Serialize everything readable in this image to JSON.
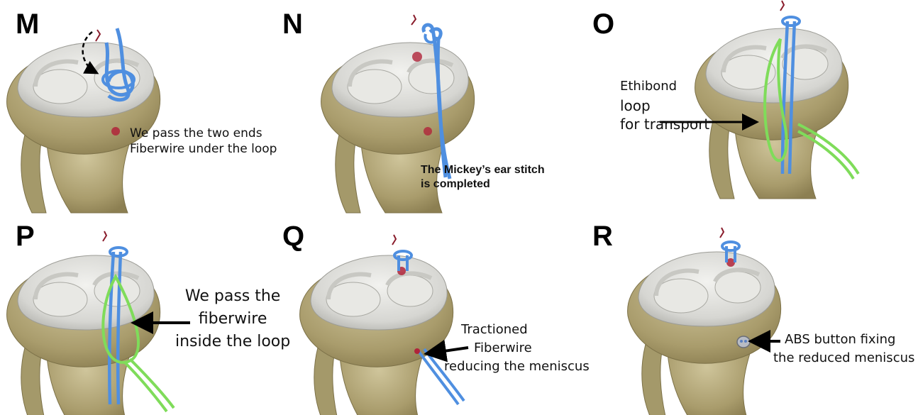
{
  "panels": [
    {
      "letter": "M",
      "caption": [
        "We pass the two ends",
        "Fiberwire under the loop"
      ]
    },
    {
      "letter": "N",
      "caption": [
        "The Mickey’s ear stitch",
        "is completed"
      ]
    },
    {
      "letter": "O",
      "caption": [
        "Ethibond",
        "loop",
        "for transport"
      ]
    },
    {
      "letter": "P",
      "caption": [
        "We pass the",
        "fiberwire",
        "inside the loop"
      ]
    },
    {
      "letter": "Q",
      "caption": [
        "Tractioned",
        "Fiberwire",
        "reducing the meniscus"
      ]
    },
    {
      "letter": "R",
      "caption": [
        "ABS button fixing",
        "the reduced meniscus"
      ]
    }
  ],
  "colors": {
    "bone": "#b7ab80",
    "cartilage": "#dcdcd8",
    "fiberwire": "#4f8fe0",
    "ethibond": "#7fdc5a",
    "lesion": "#b0243a",
    "arrow": "#000000"
  }
}
